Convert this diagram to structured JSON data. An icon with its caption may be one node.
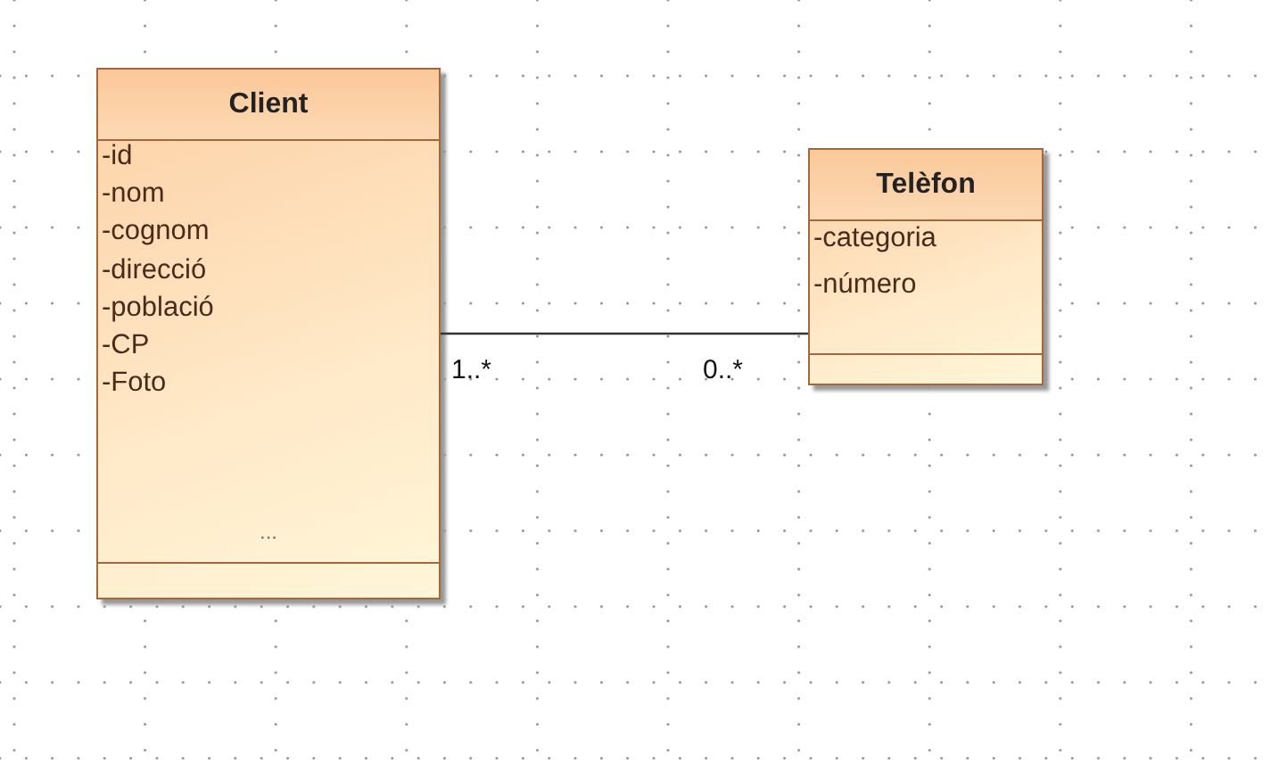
{
  "diagram": {
    "nodes": [
      {
        "text": [
          "Client",
          "-id",
          "-nom",
          "-cognom",
          "-direcció",
          "-població",
          "-CP",
          "-Foto",
          "..."
        ]
      },
      {
        "text": [
          "Telèfon",
          "-categoria",
          "-número"
        ]
      }
    ],
    "edges": [
      {
        "from": 0,
        "to": 1,
        "arrow": "none"
      }
    ],
    "labels": [
      "1..*",
      "0..*"
    ]
  }
}
